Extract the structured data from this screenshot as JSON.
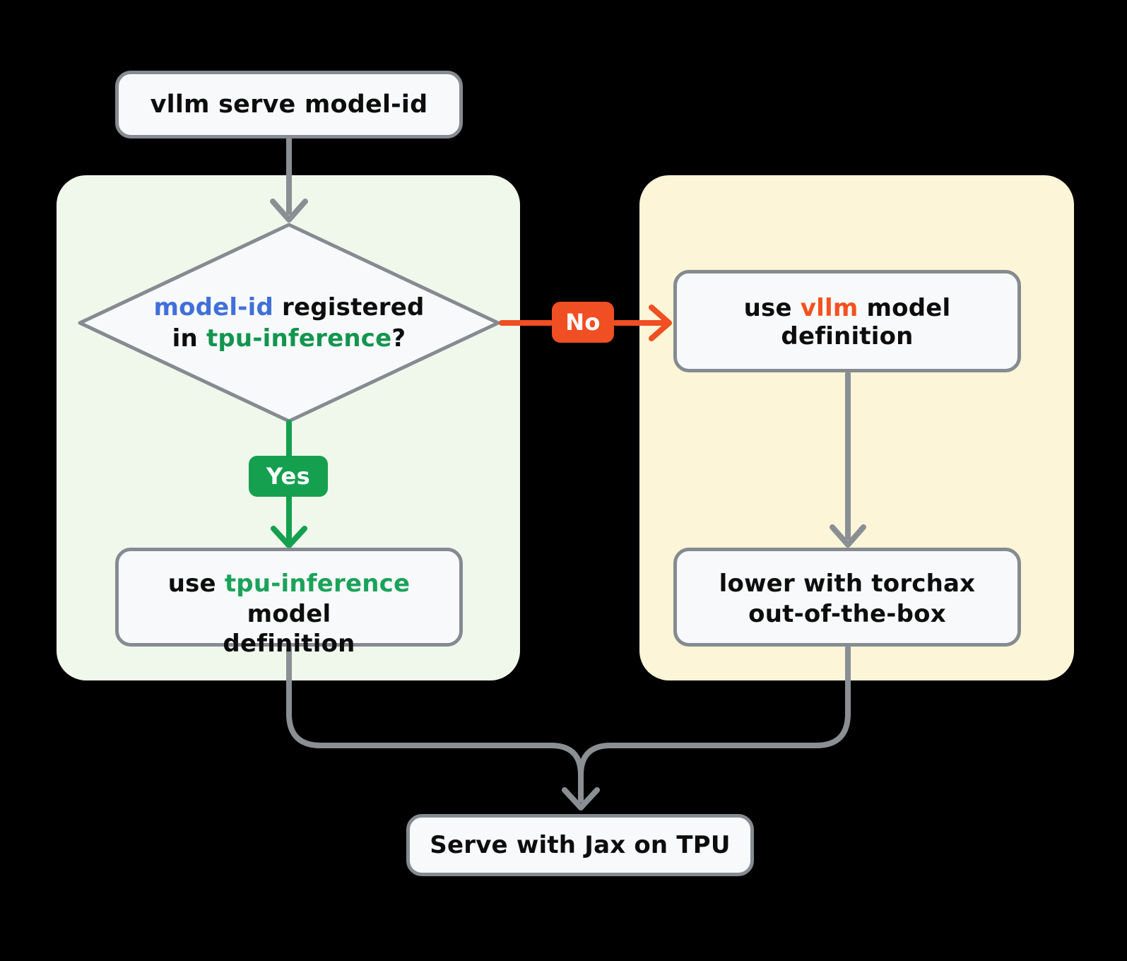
{
  "diagram": {
    "title": "vllm serve on TPU decision flow",
    "background_color": "#000000",
    "type": "flowchart"
  },
  "panels": [
    {
      "id": "left",
      "name": "tpu-inference-path-panel",
      "color": "#f0f8ec"
    },
    {
      "id": "right",
      "name": "vllm-path-panel",
      "color": "#fdf5d7"
    }
  ],
  "nodes": {
    "start": {
      "label": "vllm serve model-id",
      "shape": "rounded-rect"
    },
    "decision": {
      "shape": "diamond",
      "segments": [
        {
          "text": "model-id",
          "color": "#4070d8"
        },
        {
          "text": " registered",
          "color": "#0d0d0d"
        },
        {
          "text": "in ",
          "color": "#0d0d0d"
        },
        {
          "text": "tpu-inference",
          "color": "#13954f"
        },
        {
          "text": "?",
          "color": "#0d0d0d"
        }
      ],
      "plain_text": "model-id registered in tpu-inference?"
    },
    "vllm_definition": {
      "shape": "rounded-rect",
      "segments": [
        {
          "text": "use ",
          "color": "#0d0d0d"
        },
        {
          "text": "vllm",
          "color": "#f4511e"
        },
        {
          "text": " model definition",
          "color": "#0d0d0d"
        }
      ],
      "plain_text": "use vllm model definition"
    },
    "tpu_definition": {
      "shape": "rounded-rect",
      "segments": [
        {
          "text": "use ",
          "color": "#0d0d0d"
        },
        {
          "text": "tpu-inference",
          "color": "#1aa35a"
        },
        {
          "text": " model",
          "color": "#0d0d0d"
        },
        {
          "text": "definition",
          "color": "#0d0d0d"
        }
      ],
      "plain_text": "use tpu-inference model definition"
    },
    "torchax": {
      "shape": "rounded-rect",
      "line1": "lower with torchax",
      "line2": "out-of-the-box",
      "plain_text": "lower with torchax out-of-the-box"
    },
    "serve": {
      "shape": "rounded-rect",
      "label": "Serve with Jax on TPU"
    }
  },
  "edges": [
    {
      "from": "start",
      "to": "decision",
      "label": "",
      "color": "#8a8f94"
    },
    {
      "from": "decision",
      "to": "vllm_definition",
      "label": "No",
      "color": "#f04e23"
    },
    {
      "from": "decision",
      "to": "tpu_definition",
      "label": "Yes",
      "color": "#15a04f"
    },
    {
      "from": "vllm_definition",
      "to": "torchax",
      "label": "",
      "color": "#8a8f94"
    },
    {
      "from": "tpu_definition",
      "to": "serve",
      "label": "",
      "color": "#8a8f94"
    },
    {
      "from": "torchax",
      "to": "serve",
      "label": "",
      "color": "#8a8f94"
    }
  ],
  "labels": {
    "no": "No",
    "yes": "Yes"
  },
  "colors": {
    "node_fill": "#f8f9fa",
    "node_stroke": "#858b91",
    "arrow_grey": "#8a8f94",
    "accent_blue": "#4070d8",
    "accent_green": "#13954f",
    "accent_green_bright": "#1aa35a",
    "accent_orange": "#f4511e",
    "badge_no": "#f04e23",
    "badge_yes": "#15a04f",
    "panel_green": "#f0f8ec",
    "panel_yellow": "#fdf5d7",
    "text": "#0d0d0d"
  }
}
